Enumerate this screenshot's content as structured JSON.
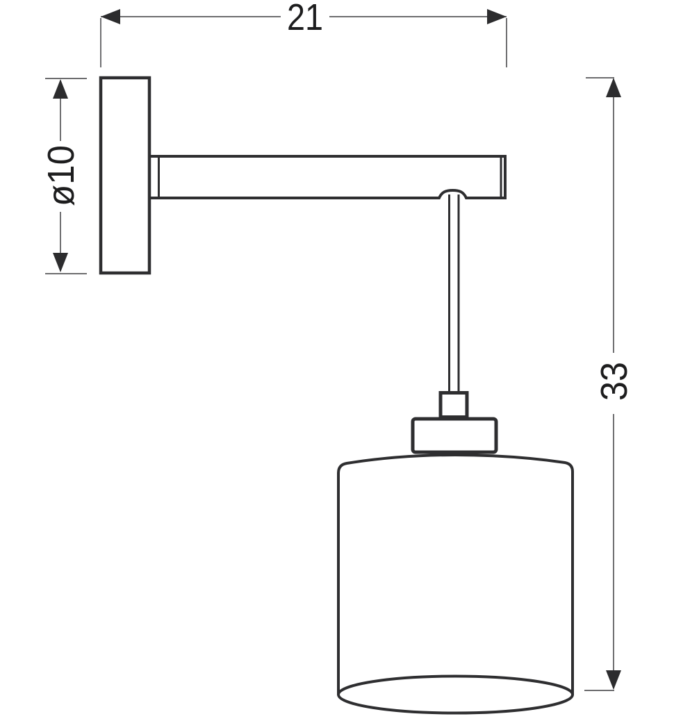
{
  "drawing": {
    "dimensions": {
      "width_label": "21",
      "diameter_label": "ø10",
      "height_label": "33"
    },
    "colors": {
      "background": "#ffffff",
      "outline": "#2e2e30",
      "dimension_lines": "#57575a",
      "label_text": "#1d1d1e"
    }
  }
}
